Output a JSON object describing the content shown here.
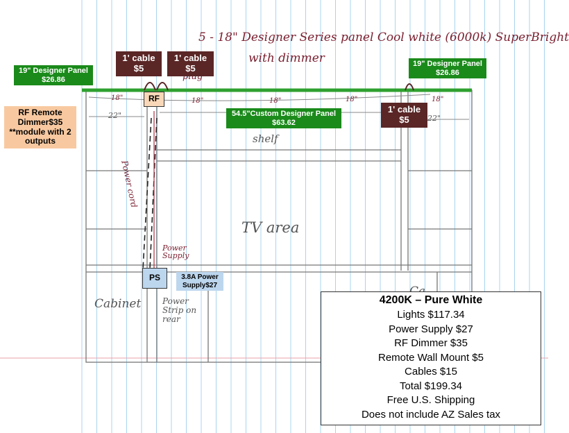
{
  "handwritten": {
    "title_line1": "5 - 18\" Designer Series panel Cool white (6000k) SuperBright",
    "title_line2": "with dimmer",
    "plug": "plug",
    "shelf": "shelf",
    "tv_area": "TV area",
    "cabinet": "Cabinet",
    "power_cord": "Power cord",
    "power_supply": "Power Supply",
    "power_strip": "Power Strip on rear",
    "dim_18": "18\"",
    "dim_22": "22\"",
    "cabinet_right": "Ca"
  },
  "labels": {
    "panel_left": {
      "name": "19\" Designer Panel",
      "price": "$26.86"
    },
    "panel_right": {
      "name": "19\" Designer Panel",
      "price": "$26.86"
    },
    "panel_center": {
      "name": "54.5\"Custom Designer Panel",
      "price": "$63.62"
    },
    "cable_1": {
      "name": "1' cable",
      "price": "$5"
    },
    "cable_2": {
      "name": "1' cable",
      "price": "$5"
    },
    "cable_3": {
      "name": "1' cable",
      "price": "$5"
    },
    "rf_remote": {
      "line1": "RF Remote",
      "line2": "Dimmer$35",
      "line3": "**module with 2",
      "line4": "outputs"
    },
    "rf_box": "RF",
    "ps_box": "PS",
    "power_supply": {
      "line1": "3.8A Power",
      "line2": "Supply$27"
    }
  },
  "summary": {
    "title": "4200K – Pure White",
    "rows": [
      "Lights $117.34",
      "Power Supply $27",
      "RF Dimmer $35",
      "Remote Wall Mount $5",
      "Cables $15",
      "Total $199.34",
      "Free U.S. Shipping",
      "Does not include AZ Sales tax"
    ]
  },
  "colors": {
    "green_label": "#1a8a1a",
    "brown_label": "#5a2626",
    "peach_label": "#f8c9a0",
    "blue_label": "#bcd6ee",
    "led_strip": "#2fa02f",
    "ink_red": "#7a2030"
  }
}
